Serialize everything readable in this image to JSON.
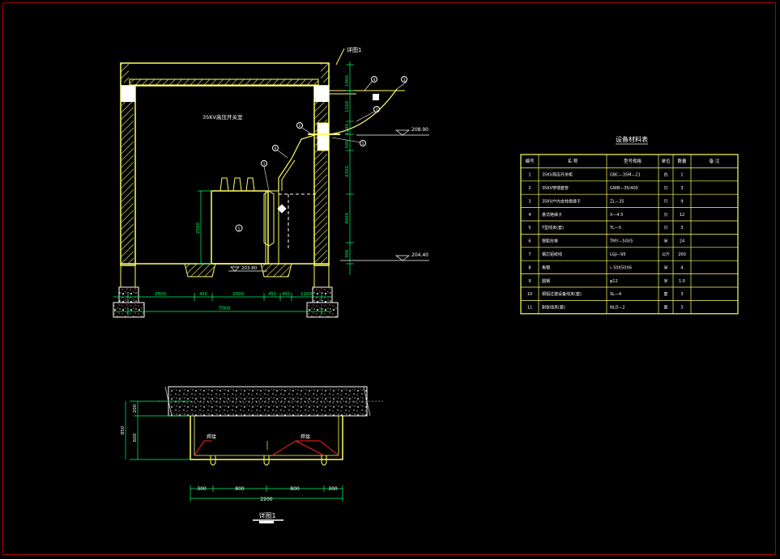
{
  "colors": {
    "background": "#000000",
    "wall": "#ffff66",
    "dim": "#00ff66",
    "text": "#ffffff",
    "red": "#ff2020",
    "frame": "#b00000"
  },
  "section": {
    "room_label": "35KV高压开关室",
    "callout_detail": "详图1",
    "elev_top": "208.90",
    "elev_bottom": "204.40",
    "elev_floor": "203.80",
    "dims_right": [
      "1000",
      "1100",
      "1200",
      "500",
      "2300",
      "4000",
      "300"
    ],
    "dims_left": [
      "2500"
    ],
    "dims_bottom": [
      "2500",
      "450",
      "2000",
      "450",
      "400",
      "1200"
    ],
    "dim_total": "7000",
    "balloons": [
      "1",
      "2",
      "3",
      "4",
      "5",
      "6",
      "7"
    ]
  },
  "table": {
    "title": "设备材料表",
    "headers": [
      "编号",
      "名  称",
      "型号规格",
      "单位",
      "数量",
      "备  注"
    ],
    "rows": [
      [
        "1",
        "35KV高压开关柜",
        "GBC—35M—21",
        "台",
        "1",
        ""
      ],
      [
        "2",
        "35KV穿墙套管",
        "GWB—35/400",
        "只",
        "3",
        ""
      ],
      [
        "3",
        "35KV户内支柱绝缘子",
        "ZL—35",
        "只",
        "9",
        ""
      ],
      [
        "4",
        "悬式绝缘子",
        "X—4.5",
        "只",
        "12",
        ""
      ],
      [
        "5",
        "T型线夹(套)",
        "TL—5",
        "只",
        "3",
        ""
      ],
      [
        "6",
        "铜矩形排",
        "TMY—50X5",
        "米",
        "24",
        ""
      ],
      [
        "7",
        "钢芯铝绞线",
        "LGJ—95",
        "公斤",
        "200",
        ""
      ],
      [
        "8",
        "角钢",
        "∟50X50X6",
        "米",
        "4",
        ""
      ],
      [
        "9",
        "圆钢",
        "φ12",
        "米",
        "1.0",
        ""
      ],
      [
        "10",
        "铜铝过渡设备线夹(套)",
        "SL—4",
        "套",
        "3",
        ""
      ],
      [
        "11",
        "耐张线夹(套)",
        "NLD—2",
        "套",
        "3",
        ""
      ]
    ]
  },
  "detail": {
    "title": "详图1",
    "weld_labels": [
      "焊接",
      "焊接"
    ],
    "dims_bottom": [
      "300",
      "800",
      "800",
      "300"
    ],
    "dim_total": "2200",
    "dims_left": [
      "200",
      "600"
    ],
    "dim_left_total": "850"
  }
}
